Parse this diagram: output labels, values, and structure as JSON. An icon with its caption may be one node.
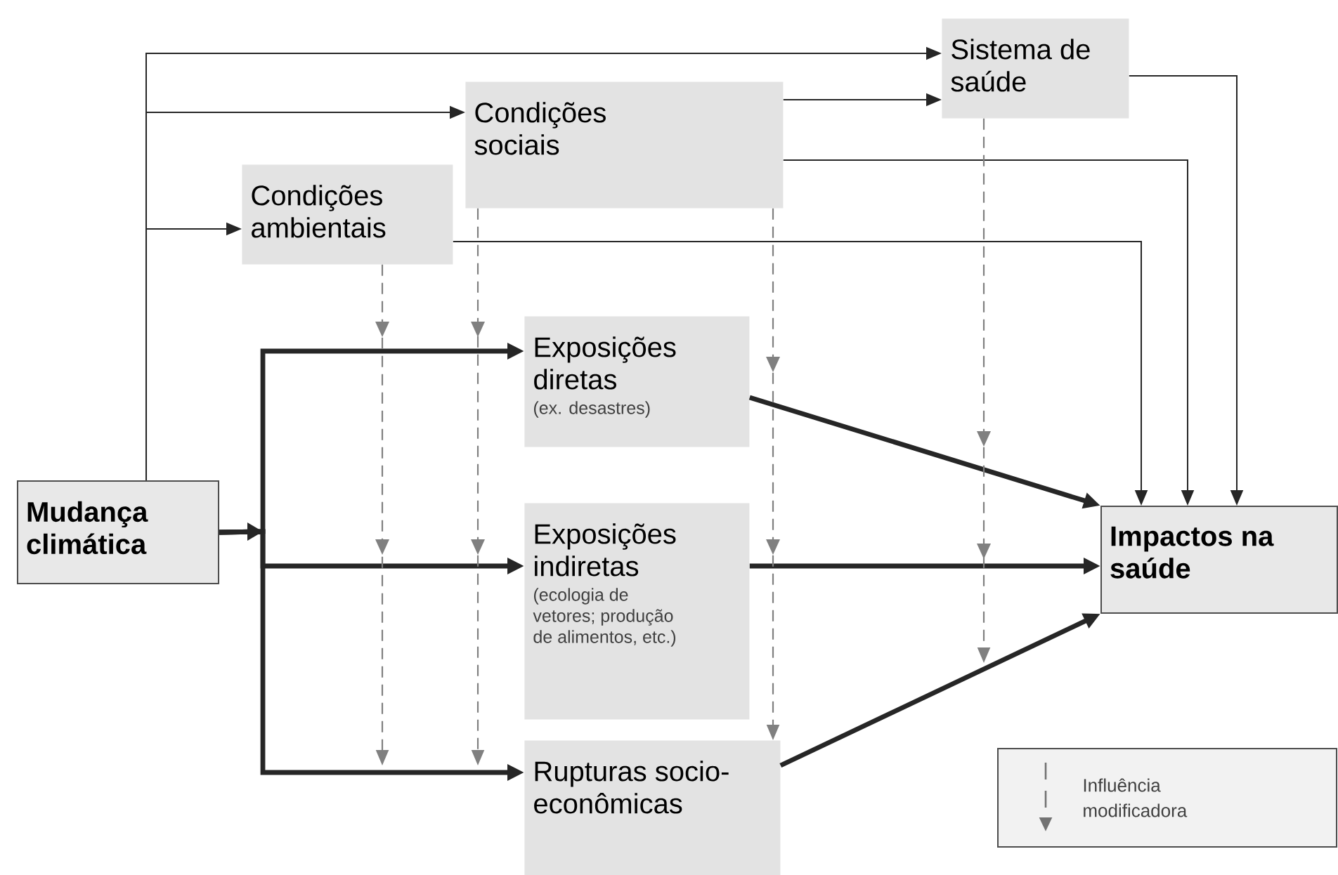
{
  "diagram": {
    "nodes": [
      {
        "text": [
          "Mudança climática"
        ]
      },
      {
        "text": [
          "Condições sociais"
        ]
      },
      {
        "text": [
          "Sistema de saúde"
        ]
      },
      {
        "text": [
          "Condições ambientais"
        ]
      },
      {
        "text": [
          "Exposições diretas",
          "(ex. desastres)"
        ]
      },
      {
        "text": [
          "Exposições indiretas",
          "(ecologia de vetores; produção de alimentos, etc.)"
        ]
      },
      {
        "text": [
          "Rupturas socio-econômicas"
        ]
      },
      {
        "text": [
          "Impactos na saúde"
        ]
      }
    ],
    "edges": [
      {
        "from": 0,
        "to": 2,
        "arrow": "to"
      },
      {
        "from": 0,
        "to": 1,
        "arrow": "to"
      },
      {
        "from": 0,
        "to": 3,
        "arrow": "to"
      },
      {
        "from": 0,
        "to": 4,
        "arrow": "to",
        "style": "thick"
      },
      {
        "from": 0,
        "to": 5,
        "arrow": "to",
        "style": "thick"
      },
      {
        "from": 0,
        "to": 6,
        "arrow": "to",
        "style": "thick"
      },
      {
        "from": 1,
        "to": 2,
        "arrow": "to"
      },
      {
        "from": 1,
        "to": 7,
        "arrow": "to"
      },
      {
        "from": 3,
        "to": 7,
        "arrow": "to"
      },
      {
        "from": 2,
        "to": 7,
        "arrow": "to"
      },
      {
        "from": 4,
        "to": 7,
        "arrow": "to",
        "style": "thick"
      },
      {
        "from": 5,
        "to": 7,
        "arrow": "to",
        "style": "thick"
      },
      {
        "from": 6,
        "to": 7,
        "arrow": "to",
        "style": "thick"
      },
      {
        "from": 3,
        "to": null,
        "arrow": "to",
        "style": "dashed",
        "color": "#808080"
      },
      {
        "from": 1,
        "to": null,
        "arrow": "to",
        "style": "dashed",
        "color": "#808080"
      },
      {
        "from": 1,
        "to": 6,
        "arrow": "to",
        "style": "dashed",
        "color": "#808080"
      },
      {
        "from": 2,
        "to": null,
        "arrow": "to",
        "style": "dashed",
        "color": "#808080"
      }
    ],
    "legend": [
      {
        "text": "Influência modificadora"
      }
    ]
  }
}
